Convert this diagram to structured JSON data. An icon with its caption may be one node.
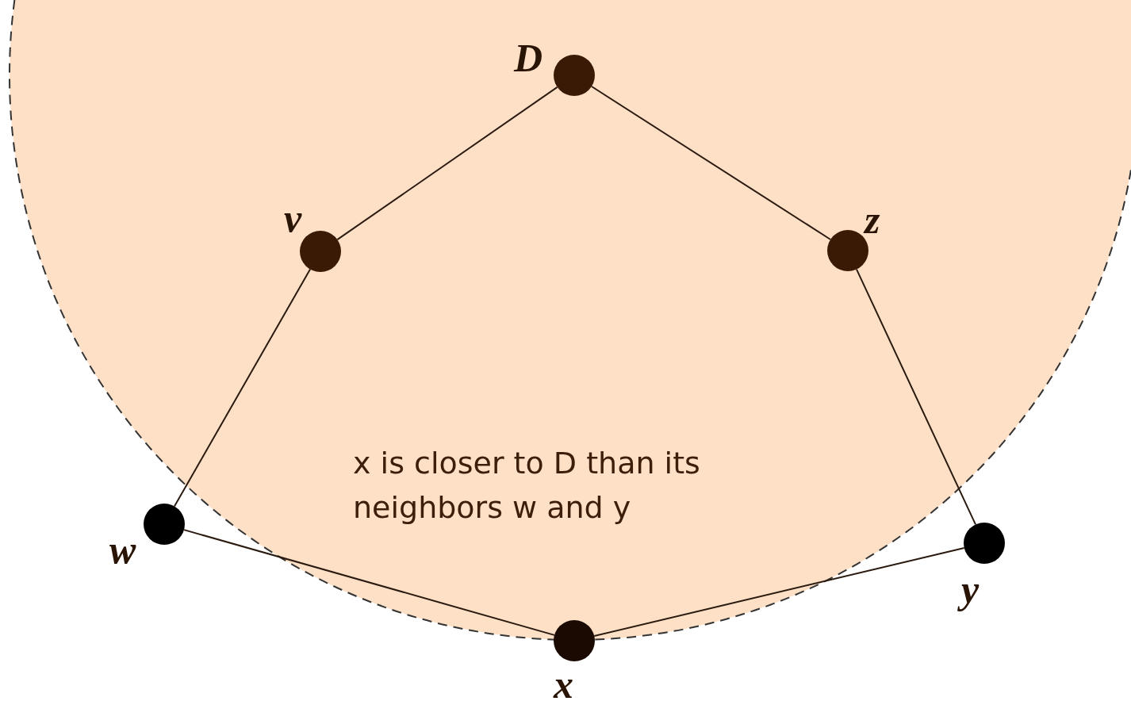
{
  "diagram": {
    "nodes": [
      {
        "text": [],
        "shape": "circle",
        "beside": [
          "D"
        ]
      },
      {
        "text": [],
        "shape": "circle",
        "beside": [
          "v"
        ]
      },
      {
        "text": [],
        "shape": "circle",
        "beside": [
          "z"
        ]
      },
      {
        "text": [],
        "shape": "circle",
        "beside": [
          "w"
        ]
      },
      {
        "text": [],
        "shape": "circle",
        "beside": [
          "y"
        ]
      },
      {
        "text": [],
        "shape": "circle",
        "beside": [
          "x"
        ]
      }
    ],
    "edges": [
      {
        "from": 0,
        "to": 1,
        "arrow": "none"
      },
      {
        "from": 0,
        "to": 2,
        "arrow": "none"
      },
      {
        "from": 1,
        "to": 3,
        "arrow": "none"
      },
      {
        "from": 2,
        "to": 4,
        "arrow": "none"
      },
      {
        "from": 3,
        "to": 5,
        "arrow": "none"
      },
      {
        "from": 4,
        "to": 5,
        "arrow": "none"
      }
    ],
    "labels": [
      "x is closer to D than its neighbors w and y"
    ]
  }
}
